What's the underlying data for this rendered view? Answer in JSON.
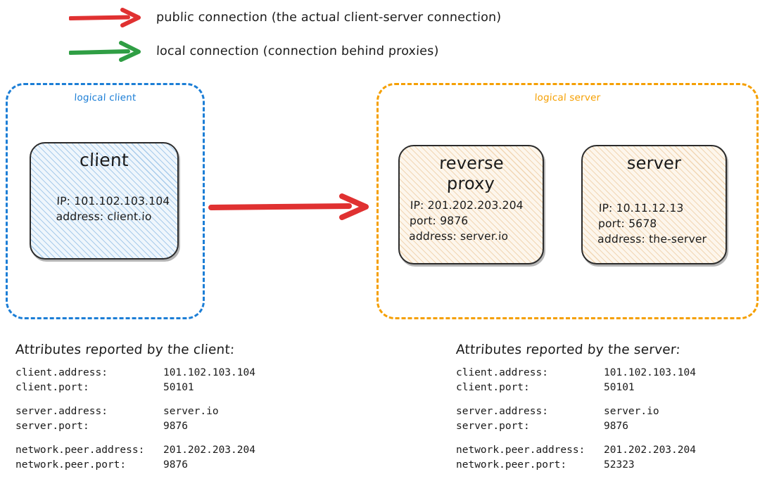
{
  "legend": {
    "items": [
      {
        "icon": "red-arrow-icon",
        "color": "#e03131",
        "label": "public connection (the actual client-server connection)"
      },
      {
        "icon": "green-arrow-icon",
        "color": "#2f9e44",
        "label": "local connection (connection behind proxies)"
      }
    ]
  },
  "diagram": {
    "main_arrow": {
      "icon": "red-arrow-icon",
      "color": "#e03131"
    },
    "logical_client": {
      "label": "logical client",
      "border_color": "#1c7ed6",
      "node": {
        "title": "client",
        "lines": [
          "IP: 101.102.103.104",
          "address: client.io"
        ]
      }
    },
    "logical_server": {
      "label": "logical server",
      "border_color": "#f59f00",
      "nodes": [
        {
          "title": "reverse\nproxy",
          "lines": [
            "IP: 201.202.203.204",
            "port: 9876",
            "address: server.io"
          ]
        },
        {
          "title": "server",
          "lines": [
            "IP: 10.11.12.13",
            "port: 5678",
            "address: the-server"
          ]
        }
      ]
    }
  },
  "attributes": {
    "client_panel": {
      "heading": "Attributes reported by the client:",
      "groups": [
        [
          {
            "key": "client.address:",
            "value": "101.102.103.104"
          },
          {
            "key": "client.port:",
            "value": "50101"
          }
        ],
        [
          {
            "key": "server.address:",
            "value": "server.io"
          },
          {
            "key": "server.port:",
            "value": "9876"
          }
        ],
        [
          {
            "key": "network.peer.address:",
            "value": "201.202.203.204"
          },
          {
            "key": "network.peer.port:",
            "value": "9876"
          }
        ]
      ]
    },
    "server_panel": {
      "heading": "Attributes reported by the server:",
      "groups": [
        [
          {
            "key": "client.address:",
            "value": "101.102.103.104"
          },
          {
            "key": "client.port:",
            "value": "50101"
          }
        ],
        [
          {
            "key": "server.address:",
            "value": "server.io"
          },
          {
            "key": "server.port:",
            "value": "9876"
          }
        ],
        [
          {
            "key": "network.peer.address:",
            "value": "201.202.203.204"
          },
          {
            "key": "network.peer.port:",
            "value": "52323"
          }
        ]
      ]
    }
  }
}
